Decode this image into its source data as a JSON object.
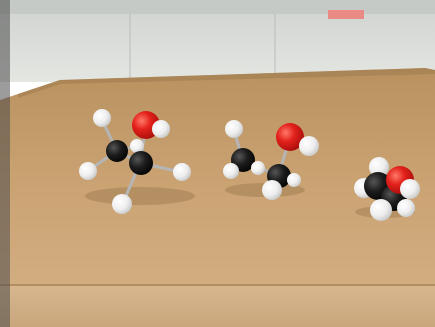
{
  "photo": {
    "subjects": [
      {
        "name": "ball-and-stick-model-left"
      },
      {
        "name": "ball-and-stick-model-middle"
      },
      {
        "name": "space-filling-model-right"
      }
    ],
    "colors": {
      "wall": "#d9dcd8",
      "wall_trim": "#bfc4c0",
      "table_top": "#c89f6e",
      "table_edge": "#d8b58e",
      "carbon_atom": "#1a1a1a",
      "oxygen_atom": "#e0201c",
      "hydrogen_atom": "#f4f4f4",
      "bond_stick": "#b5b5b5"
    }
  }
}
